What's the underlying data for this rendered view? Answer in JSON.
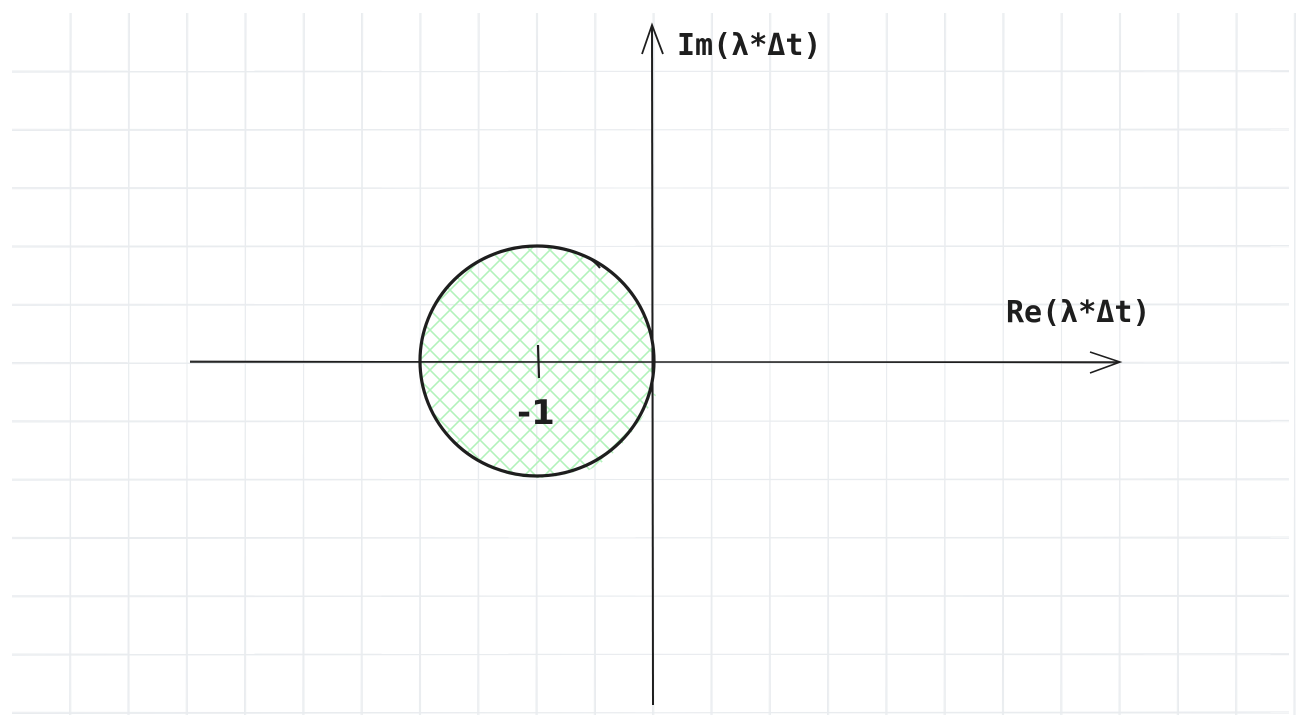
{
  "diagram": {
    "x_axis_label": "Re(λ*Δt)",
    "y_axis_label": "Im(λ*Δt)",
    "tick_label": "-1",
    "circle": {
      "center": [
        -1,
        0
      ],
      "radius": 1,
      "fill_color": "#b2f2bb",
      "stroke_color": "#1e1e1e"
    },
    "grid_color": "#e9ecef",
    "axis_color": "#1e1e1e"
  }
}
